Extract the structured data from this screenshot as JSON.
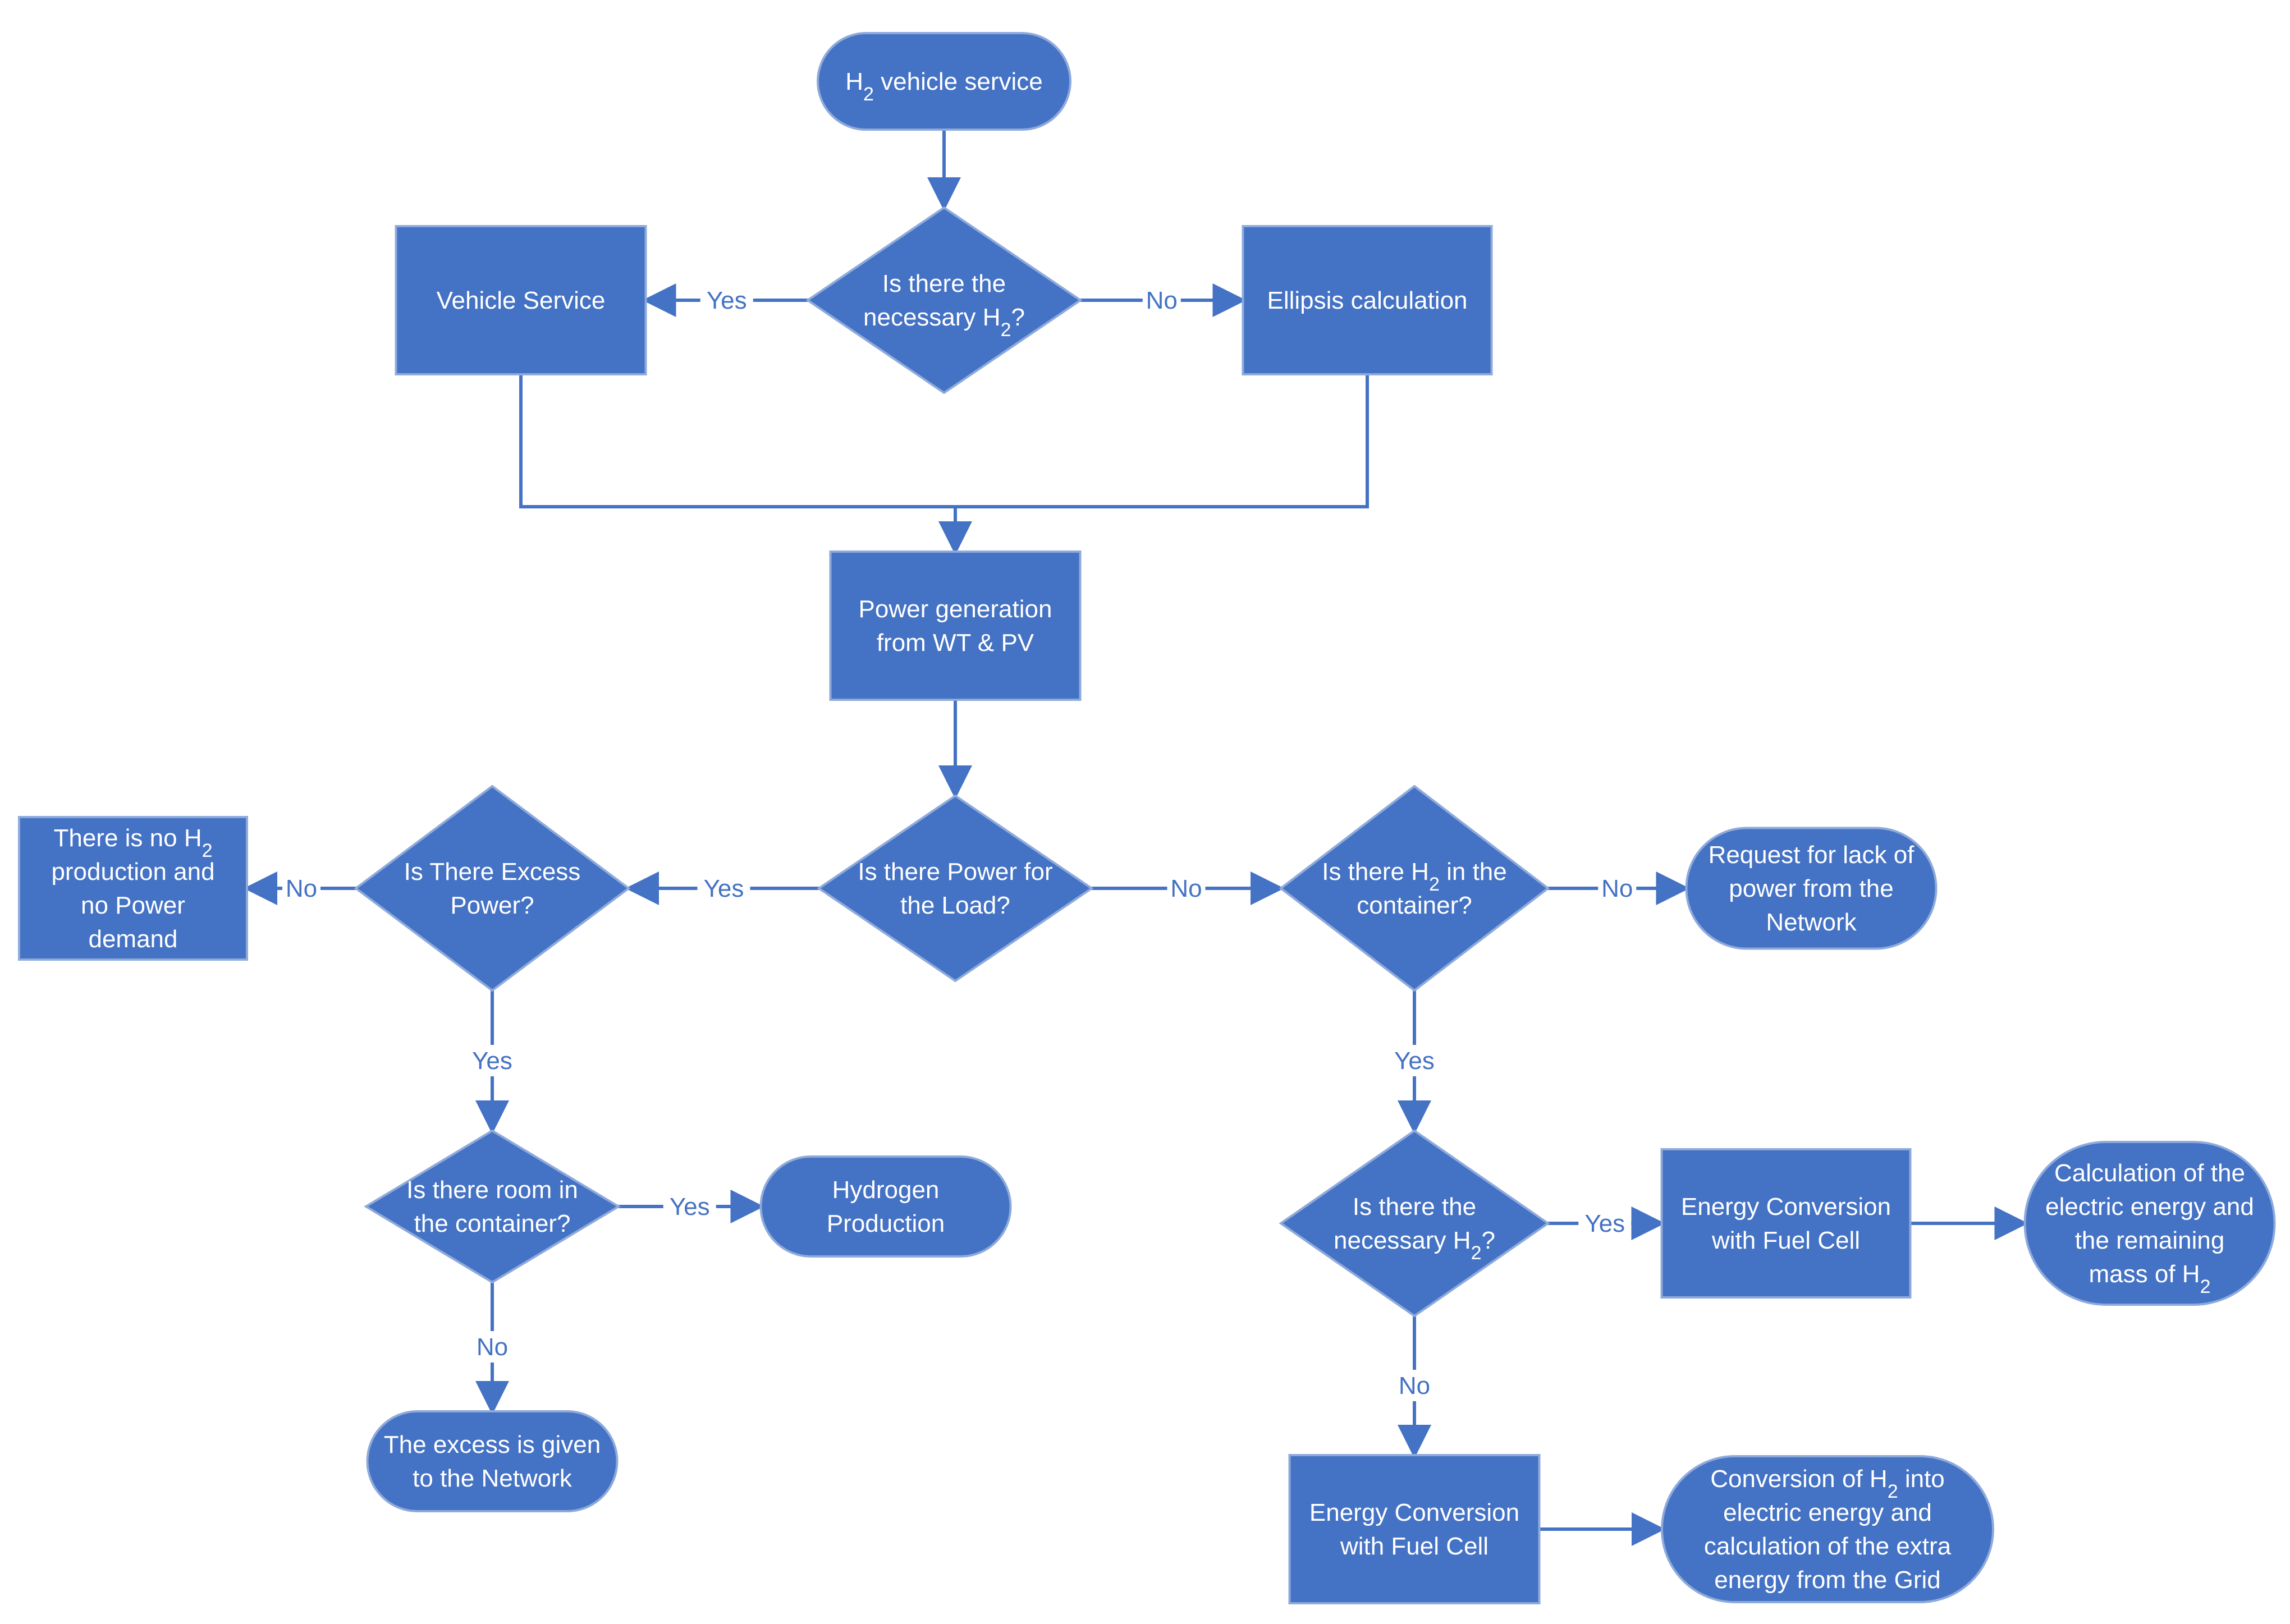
{
  "diagram": {
    "nodes": [
      {
        "id": "start",
        "shape": "terminal",
        "lines": [
          [
            "H",
            {
              "sub": "2"
            },
            " vehicle service"
          ]
        ]
      },
      {
        "id": "d_h2_service",
        "shape": "decision",
        "lines": [
          "Is there the",
          [
            "necessary H",
            {
              "sub": "2"
            },
            "?"
          ]
        ]
      },
      {
        "id": "vehicle_service",
        "shape": "process",
        "lines": [
          "Vehicle Service"
        ]
      },
      {
        "id": "ellipsis",
        "shape": "process",
        "lines": [
          "Ellipsis calculation"
        ]
      },
      {
        "id": "power_gen",
        "shape": "process",
        "lines": [
          "Power generation",
          "from WT & PV"
        ]
      },
      {
        "id": "d_power_load",
        "shape": "decision",
        "lines": [
          "Is there Power for",
          "the Load?"
        ]
      },
      {
        "id": "d_excess",
        "shape": "decision",
        "lines": [
          "Is There Excess",
          "Power?"
        ]
      },
      {
        "id": "no_h2_prod",
        "shape": "process",
        "lines": [
          [
            "There is no H",
            {
              "sub": "2"
            }
          ],
          "production and",
          "no Power",
          "demand"
        ]
      },
      {
        "id": "d_room",
        "shape": "decision",
        "lines": [
          "Is there room in",
          "the container?"
        ]
      },
      {
        "id": "h2_production",
        "shape": "terminal",
        "lines": [
          "Hydrogen",
          "Production"
        ]
      },
      {
        "id": "excess_network",
        "shape": "terminal",
        "lines": [
          "The excess is given",
          "to the Network"
        ]
      },
      {
        "id": "d_h2_container",
        "shape": "decision",
        "lines": [
          [
            "Is there H",
            {
              "sub": "2"
            },
            " in the"
          ],
          "container?"
        ]
      },
      {
        "id": "request_power",
        "shape": "terminal",
        "lines": [
          "Request for lack of",
          "power from the",
          "Network"
        ]
      },
      {
        "id": "d_h2_necessary2",
        "shape": "decision",
        "lines": [
          "Is there the",
          [
            "necessary H",
            {
              "sub": "2"
            },
            "?"
          ]
        ]
      },
      {
        "id": "fc_conv1",
        "shape": "process",
        "lines": [
          "Energy Conversion",
          "with Fuel Cell"
        ]
      },
      {
        "id": "calc_energy",
        "shape": "terminal",
        "lines": [
          "Calculation of the",
          "electric energy and",
          "the remaining",
          [
            "mass of H",
            {
              "sub": "2"
            }
          ]
        ]
      },
      {
        "id": "fc_conv2",
        "shape": "process",
        "lines": [
          "Energy Conversion",
          "with Fuel Cell"
        ]
      },
      {
        "id": "conv_h2",
        "shape": "terminal",
        "lines": [
          [
            "Conversion of H",
            {
              "sub": "2"
            },
            " into"
          ],
          "electric energy and",
          "calculation of the extra",
          "energy from the Grid"
        ]
      }
    ],
    "edge_labels": {
      "yes": "Yes",
      "no": "No"
    },
    "edges": [
      {
        "from": "start",
        "to": "d_h2_service",
        "label": ""
      },
      {
        "from": "d_h2_service",
        "to": "vehicle_service",
        "label": "Yes"
      },
      {
        "from": "d_h2_service",
        "to": "ellipsis",
        "label": "No"
      },
      {
        "from": "vehicle_service",
        "to": "power_gen",
        "label": ""
      },
      {
        "from": "ellipsis",
        "to": "power_gen",
        "label": ""
      },
      {
        "from": "power_gen",
        "to": "d_power_load",
        "label": ""
      },
      {
        "from": "d_power_load",
        "to": "d_excess",
        "label": "Yes"
      },
      {
        "from": "d_power_load",
        "to": "d_h2_container",
        "label": "No"
      },
      {
        "from": "d_excess",
        "to": "no_h2_prod",
        "label": "No"
      },
      {
        "from": "d_excess",
        "to": "d_room",
        "label": "Yes"
      },
      {
        "from": "d_room",
        "to": "h2_production",
        "label": "Yes"
      },
      {
        "from": "d_room",
        "to": "excess_network",
        "label": "No"
      },
      {
        "from": "d_h2_container",
        "to": "request_power",
        "label": "No"
      },
      {
        "from": "d_h2_container",
        "to": "d_h2_necessary2",
        "label": "Yes"
      },
      {
        "from": "d_h2_necessary2",
        "to": "fc_conv1",
        "label": "Yes"
      },
      {
        "from": "d_h2_necessary2",
        "to": "fc_conv2",
        "label": "No"
      },
      {
        "from": "fc_conv1",
        "to": "calc_energy",
        "label": ""
      },
      {
        "from": "fc_conv2",
        "to": "conv_h2",
        "label": ""
      }
    ],
    "colors": {
      "fill": "#4472c4",
      "border": "#8eaadb",
      "connector": "#4472c4",
      "text": "#ffffff",
      "label": "#4472c4",
      "background": "#ffffff"
    }
  }
}
